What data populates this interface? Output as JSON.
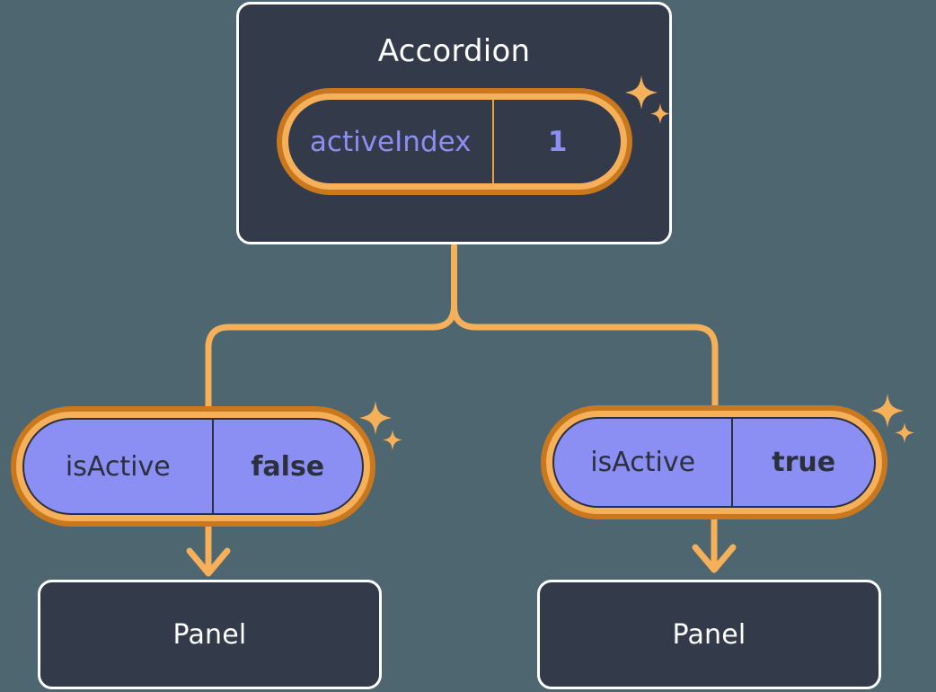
{
  "theme": {
    "background": "#4d6670",
    "card_fill": "#333a4a",
    "card_border": "#ffffff",
    "ring_outer": "#c9781d",
    "ring_inner": "#f5b059",
    "connector": "#f5b059",
    "accent_purple": "#8b8ef2",
    "pill_text_dark": "#2b303c",
    "title_text": "#ffffff"
  },
  "diagram": {
    "type": "component-state-tree",
    "root": {
      "name": "accordion-node",
      "title": "Accordion",
      "state": {
        "key": "activeIndex",
        "value": "1",
        "style": "dark"
      },
      "sparkle_label": "sparkles"
    },
    "children": [
      {
        "name": "panel-node-left",
        "state": {
          "key": "isActive",
          "value": "false",
          "style": "purple"
        },
        "title": "Panel",
        "sparkle_label": "sparkles"
      },
      {
        "name": "panel-node-right",
        "state": {
          "key": "isActive",
          "value": "true",
          "style": "purple"
        },
        "title": "Panel",
        "sparkle_label": "sparkles"
      }
    ]
  },
  "icons": {
    "sparkle_large": "sparkle-four-point-icon",
    "sparkle_small": "sparkle-four-point-small-icon",
    "arrow_down": "arrow-down-icon"
  }
}
